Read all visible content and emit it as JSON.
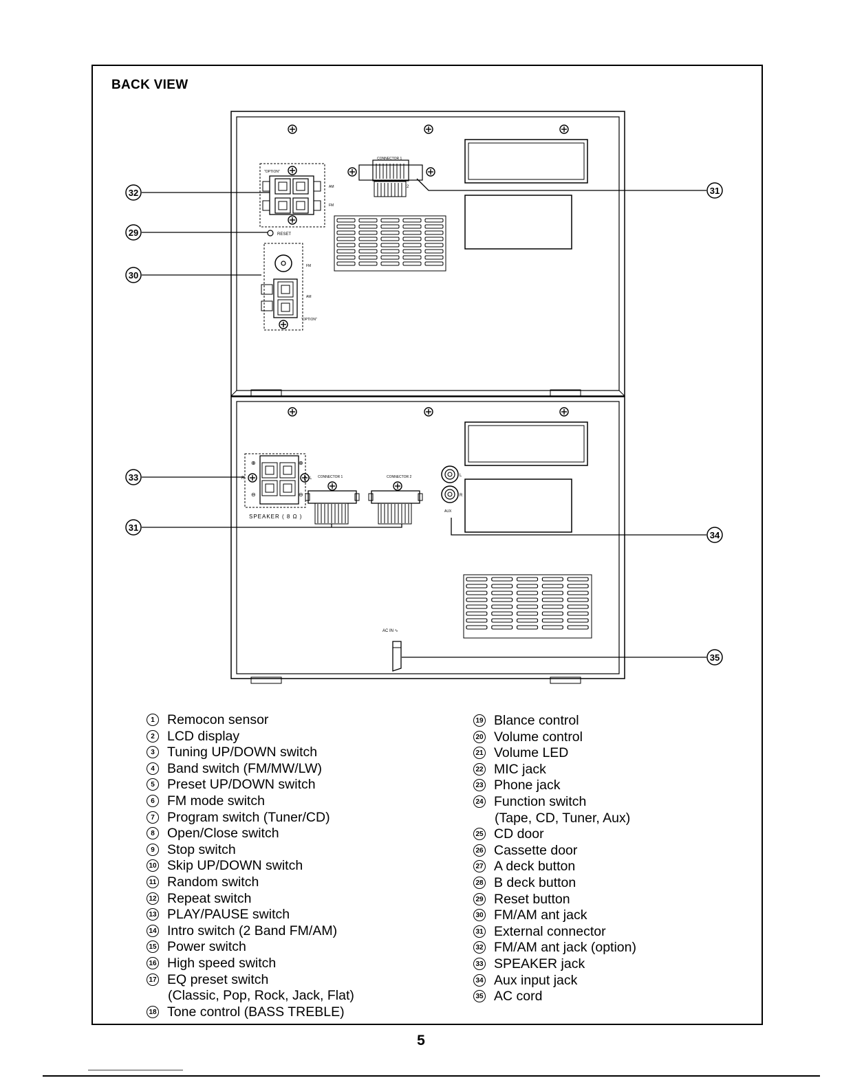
{
  "section_title": "BACK VIEW",
  "diagram_labels": {
    "option": "\"OPTION\"",
    "am": "AM",
    "fm": "FM",
    "reset": "RESET",
    "connector1": "CONNECTOR 1",
    "connector2": "CONNECTOR 2",
    "speaker": "SPEAKER ( 8 Ω )",
    "r": "R",
    "l": "L",
    "aux": "AUX",
    "ac_in": "AC IN ∿",
    "plus": "⊕",
    "minus": "⊖"
  },
  "callouts": {
    "c29": "29",
    "c30": "30",
    "c31a": "31",
    "c31b": "31",
    "c32": "32",
    "c33": "33",
    "c34": "34",
    "c35": "35"
  },
  "legend_left": [
    {
      "num": "1",
      "label": "Remocon sensor"
    },
    {
      "num": "2",
      "label": "LCD display"
    },
    {
      "num": "3",
      "label": "Tuning UP/DOWN switch"
    },
    {
      "num": "4",
      "label": "Band switch (FM/MW/LW)"
    },
    {
      "num": "5",
      "label": "Preset UP/DOWN switch"
    },
    {
      "num": "6",
      "label": "FM mode switch"
    },
    {
      "num": "7",
      "label": "Program switch (Tuner/CD)"
    },
    {
      "num": "8",
      "label": "Open/Close switch"
    },
    {
      "num": "9",
      "label": "Stop switch"
    },
    {
      "num": "10",
      "label": "Skip UP/DOWN switch"
    },
    {
      "num": "11",
      "label": "Random switch"
    },
    {
      "num": "12",
      "label": "Repeat switch"
    },
    {
      "num": "13",
      "label": "PLAY/PAUSE switch"
    },
    {
      "num": "14",
      "label": "Intro switch (2 Band FM/AM)"
    },
    {
      "num": "15",
      "label": "Power switch"
    },
    {
      "num": "16",
      "label": "High speed switch"
    },
    {
      "num": "17",
      "label": "EQ preset switch",
      "cont": "(Classic, Pop, Rock, Jack, Flat)"
    },
    {
      "num": "18",
      "label": "Tone control (BASS TREBLE)"
    }
  ],
  "legend_right": [
    {
      "num": "19",
      "label": "Blance control"
    },
    {
      "num": "20",
      "label": "Volume control"
    },
    {
      "num": "21",
      "label": "Volume LED"
    },
    {
      "num": "22",
      "label": "MIC jack"
    },
    {
      "num": "23",
      "label": "Phone jack"
    },
    {
      "num": "24",
      "label": "Function switch",
      "cont": "(Tape, CD, Tuner, Aux)"
    },
    {
      "num": "25",
      "label": "CD door"
    },
    {
      "num": "26",
      "label": "Cassette door"
    },
    {
      "num": "27",
      "label": "A deck button"
    },
    {
      "num": "28",
      "label": "B deck button"
    },
    {
      "num": "29",
      "label": "Reset button"
    },
    {
      "num": "30",
      "label": "FM/AM ant jack"
    },
    {
      "num": "31",
      "label": "External connector"
    },
    {
      "num": "32",
      "label": "FM/AM ant jack (option)"
    },
    {
      "num": "33",
      "label": "SPEAKER jack"
    },
    {
      "num": "34",
      "label": "Aux input jack"
    },
    {
      "num": "35",
      "label": "AC cord"
    }
  ],
  "page_number": "5"
}
